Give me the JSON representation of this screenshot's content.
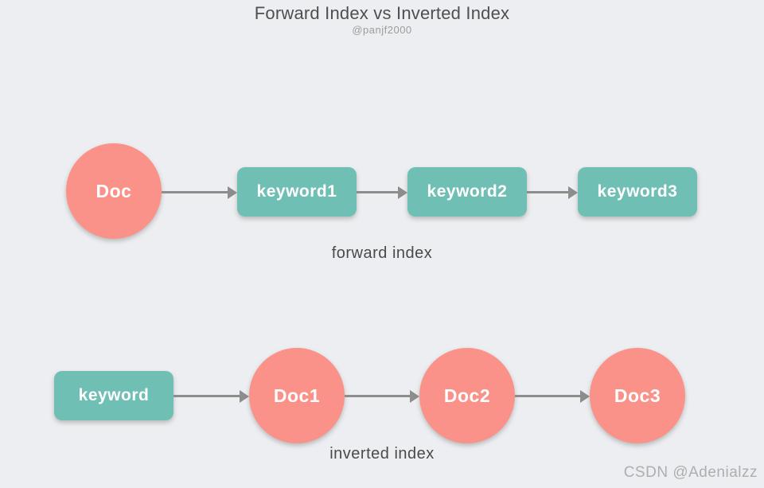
{
  "header": {
    "title": "Forward Index vs Inverted Index",
    "subtitle": "@panjf2000"
  },
  "forward": {
    "source": "Doc",
    "keywords": [
      "keyword1",
      "keyword2",
      "keyword3"
    ],
    "caption": "forward index"
  },
  "inverted": {
    "source": "keyword",
    "docs": [
      "Doc1",
      "Doc2",
      "Doc3"
    ],
    "caption": "inverted index"
  },
  "watermark": "CSDN @Adenialzz",
  "colors": {
    "background": "#EDEEF1",
    "doc_node": "#FA9289",
    "keyword_node": "#70BFB4",
    "arrow": "#8D8D8D",
    "node_text": "#FFFFFF",
    "caption_text": "#4A4A4A",
    "title_text": "#4F4F4F",
    "subtitle_text": "#9C9C9C",
    "watermark_text": "#AEAEAE"
  }
}
